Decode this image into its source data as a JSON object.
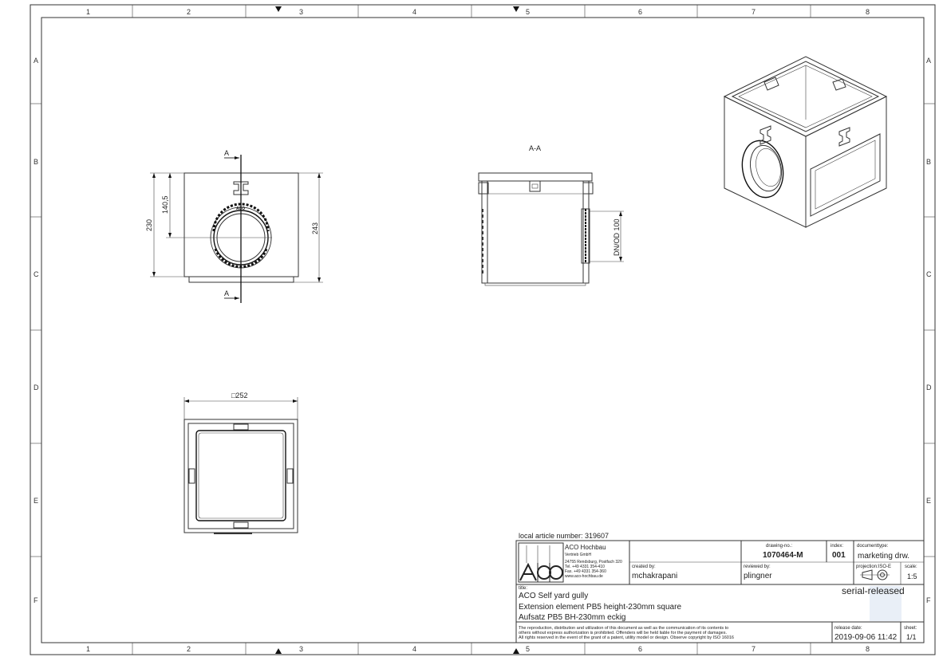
{
  "zones": {
    "columns": [
      "1",
      "2",
      "3",
      "4",
      "5",
      "6",
      "7",
      "8"
    ],
    "rows": [
      "A",
      "B",
      "C",
      "D",
      "E",
      "F"
    ]
  },
  "views": {
    "section_marker": "A",
    "section_title": "A-A",
    "dim_height_outer": "230",
    "dim_height_axis": "140,5",
    "dim_height_total": "243",
    "dim_pipe": "DN/OD 100",
    "dim_square": "□252",
    "logo_text": "ACO"
  },
  "titleblock": {
    "local_article": "local article number: 319607",
    "company_name": "ACO Hochbau",
    "company_sub": "Vertrieb GmbH",
    "company_addr1": "24755 Rendsburg, Postfach 320",
    "company_tel": "Tel. +49 4331 354-410",
    "company_fax": "Fax. +49 4331 354-360",
    "company_web": "www.aco-hochbau.de",
    "drawing_no_label": "drawing-no.:",
    "drawing_no": "1070464-M",
    "index_label": "index:",
    "index": "001",
    "doctype_label": "documenttype:",
    "doctype": "marketing drw.",
    "created_label": "created by:",
    "created_by": "mchakrapani",
    "reviewed_label": "reviewed by:",
    "reviewed_by": "plingner",
    "projection_label": "projection:ISO-E",
    "scale_label": "scale:",
    "scale": "1:5",
    "title_label": "title:",
    "title1": "ACO Self yard gully",
    "title2": "Extension element PB5 height-230mm square",
    "title3": "Aufsatz PB5 BH-230mm eckig",
    "status": "serial-released",
    "legal1": "The reproduction, distribution and utilization of this document as well as the communication of its contents to",
    "legal2": "others without express authorization is prohibited. Offenders will be held liable for the payment of damages.",
    "legal3": "All rights reserved in the event of the grant of a patent, utility model or design. Observe copyright by ISO 16016",
    "release_label": "release date:",
    "release_date": "2019-09-06 11:42",
    "sheet_label": "sheet:",
    "sheet": "1/1"
  }
}
